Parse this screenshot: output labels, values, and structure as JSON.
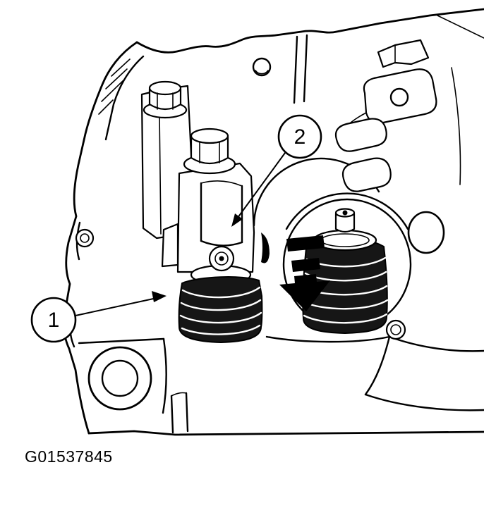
{
  "diagram": {
    "figure_id": "G01537845",
    "callouts": [
      {
        "label": "1"
      },
      {
        "label": "2"
      }
    ],
    "icons": {
      "motion_arrow": "down-arrow-icon"
    },
    "colors": {
      "line": "#000000",
      "bg": "#ffffff",
      "spring": "#161616"
    }
  }
}
